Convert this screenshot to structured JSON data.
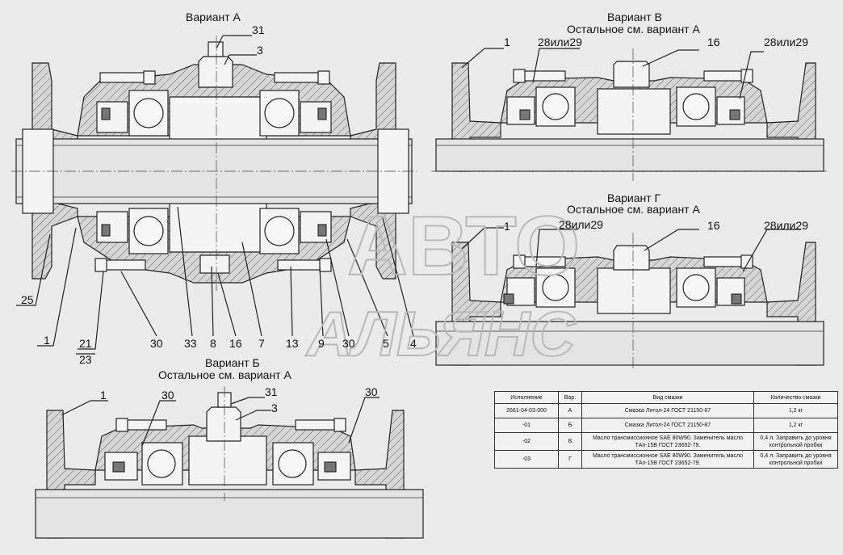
{
  "variants": {
    "a": {
      "title": "Вариант А"
    },
    "b": {
      "title": "Вариант Б",
      "subtitle": "Остальное см. вариант А"
    },
    "v": {
      "title": "Вариант В",
      "subtitle": "Остальное см. вариант А"
    },
    "g": {
      "title": "Вариант Г",
      "subtitle": "Остальное см. вариант А"
    }
  },
  "callouts": {
    "a_top": [
      "31",
      "3"
    ],
    "a_bottom": [
      "25",
      "1",
      "21",
      "23",
      "30",
      "33",
      "8",
      "16",
      "7",
      "13",
      "9",
      "30",
      "5",
      "4"
    ],
    "b": [
      "1",
      "30",
      "31",
      "3",
      "30"
    ],
    "v": [
      "1",
      "28или29",
      "16",
      "28или29"
    ],
    "g": [
      "1",
      "28или29",
      "16",
      "28или29"
    ]
  },
  "watermark": {
    "line1": "АВТО",
    "line2": "АЛЬЯНС"
  },
  "table": {
    "headers": [
      "Исполнение",
      "Вар.",
      "Вид смазки",
      "Количество смазки"
    ],
    "rows": [
      {
        "exec": "2661-04-03-000",
        "var": "А",
        "lube": "Смазка Литол-24 ГОСТ 21150-87",
        "qty": "1,2 кг"
      },
      {
        "exec": "-01",
        "var": "Б",
        "lube": "Смазка Литол-24 ГОСТ 21150-87",
        "qty": "1,2 кг"
      },
      {
        "exec": "-02",
        "var": "В",
        "lube": "Масло трансмиссионное SAE 80W90. Заменитель масло ТАп-15В ГОСТ 23652-79.",
        "qty": "0,4 л. Заправить до уровня контрольной пробки"
      },
      {
        "exec": "-03",
        "var": "Г",
        "lube": "Масло трансмиссионное SAE 80W90. Заменитель масло ТАп-15В ГОСТ 23652-79.",
        "qty": "0,4 л. Заправить до уровня контрольной пробки"
      }
    ]
  }
}
